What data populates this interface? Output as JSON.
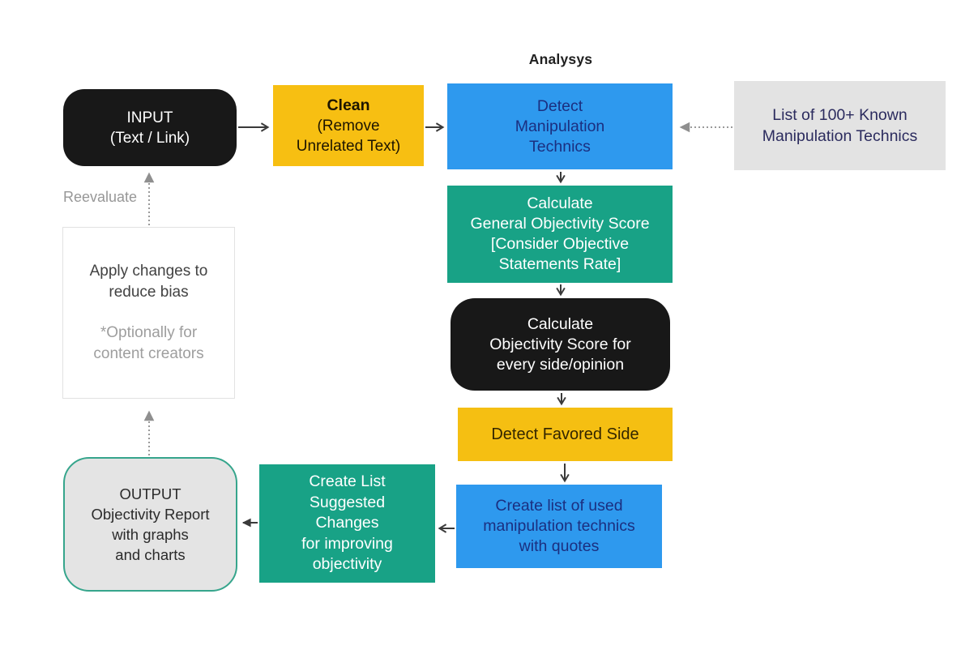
{
  "diagram": {
    "labels": {
      "analysys": "Analysys",
      "reevaluate": "Reevaluate"
    },
    "nodes": {
      "input": {
        "text": "INPUT\n(Text / Link)"
      },
      "clean": {
        "title": "Clean",
        "body": "(Remove\nUnrelated Text)"
      },
      "detect_manipulation": {
        "text": "Detect\nManipulation\nTechnics"
      },
      "known_techniques": {
        "text": "List of 100+ Known\nManipulation Technics"
      },
      "general_score": {
        "text": "Calculate\nGeneral Objectivity Score\n[Consider Objective\nStatements Rate]"
      },
      "side_score": {
        "text": "Calculate\nObjectivity Score for\nevery side/opinion"
      },
      "favored_side": {
        "text": "Detect Favored Side"
      },
      "used_techniques": {
        "text": "Create list of used\nmanipulation technics\nwith quotes"
      },
      "suggested_changes": {
        "text": "Create List\nSuggested\nChanges\nfor improving\nobjectivity"
      },
      "output": {
        "text": "OUTPUT\nObjectivity Report\nwith graphs\nand charts"
      },
      "apply_changes": {
        "text": "Apply changes to\nreduce bias",
        "note": "*Optionally for\ncontent creators"
      }
    },
    "colors": {
      "yellow": "#F7BF12",
      "blue": "#2E99EE",
      "green": "#18A286",
      "black_node": "#181818",
      "gray_node": "#E3E3E3",
      "output_fill": "#E4E4E4",
      "output_border": "#36A58C",
      "navy_text": "#1B2F80",
      "indigo_text": "#2B2B5E",
      "solid_arrow": "#3A3A3A",
      "dotted_arrow": "#9A9A9A"
    }
  }
}
